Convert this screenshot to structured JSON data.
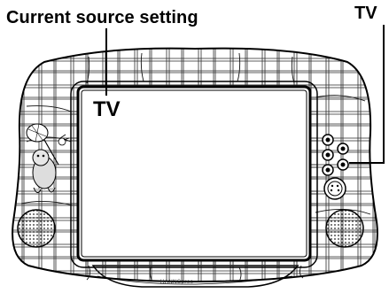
{
  "callouts": {
    "current_source_caption": "Current source setting",
    "tv_caption": "TV"
  },
  "screen": {
    "source_label": "TV"
  },
  "device": {
    "brand_text": "HANNSpree",
    "body_color": "#ffffff",
    "line_color": "#1a1a1a",
    "screen_border_color": "#000000",
    "icons": {
      "mascot": "cartoon-figure-with-net-icon",
      "left_speaker": "speaker-grille-icon",
      "right_speaker": "speaker-grille-icon",
      "av_jacks": "av-input-jacks-icon",
      "svideo": "svideo-port-icon"
    }
  }
}
